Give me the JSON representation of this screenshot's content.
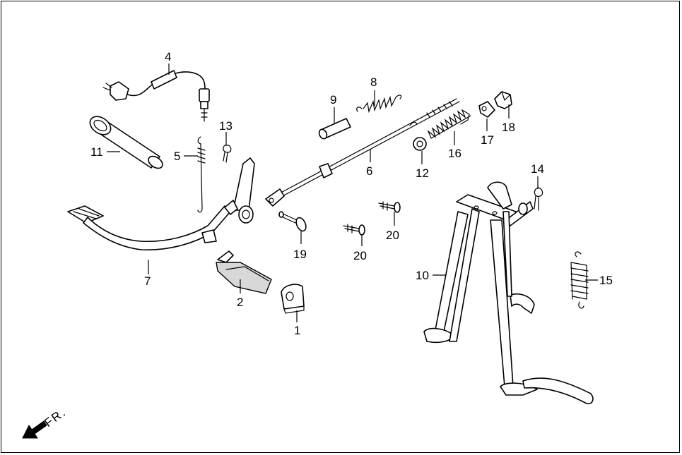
{
  "diagram": {
    "direction_label": "FR.",
    "callouts": [
      "1",
      "2",
      "4",
      "5",
      "6",
      "7",
      "8",
      "9",
      "10",
      "11",
      "12",
      "13",
      "14",
      "15",
      "16",
      "17",
      "18",
      "19",
      "20"
    ],
    "labels": {
      "p1": "1",
      "p2": "2",
      "p4": "4",
      "p5": "5",
      "p6": "6",
      "p7": "7",
      "p8": "8",
      "p9": "9",
      "p10": "10",
      "p11": "11",
      "p12": "12",
      "p13": "13",
      "p14": "14",
      "p15": "15",
      "p16": "16",
      "p17": "17",
      "p18": "18",
      "p19": "19",
      "p20a": "20",
      "p20b": "20"
    }
  },
  "icons": [
    "front-direction-arrow-icon"
  ]
}
